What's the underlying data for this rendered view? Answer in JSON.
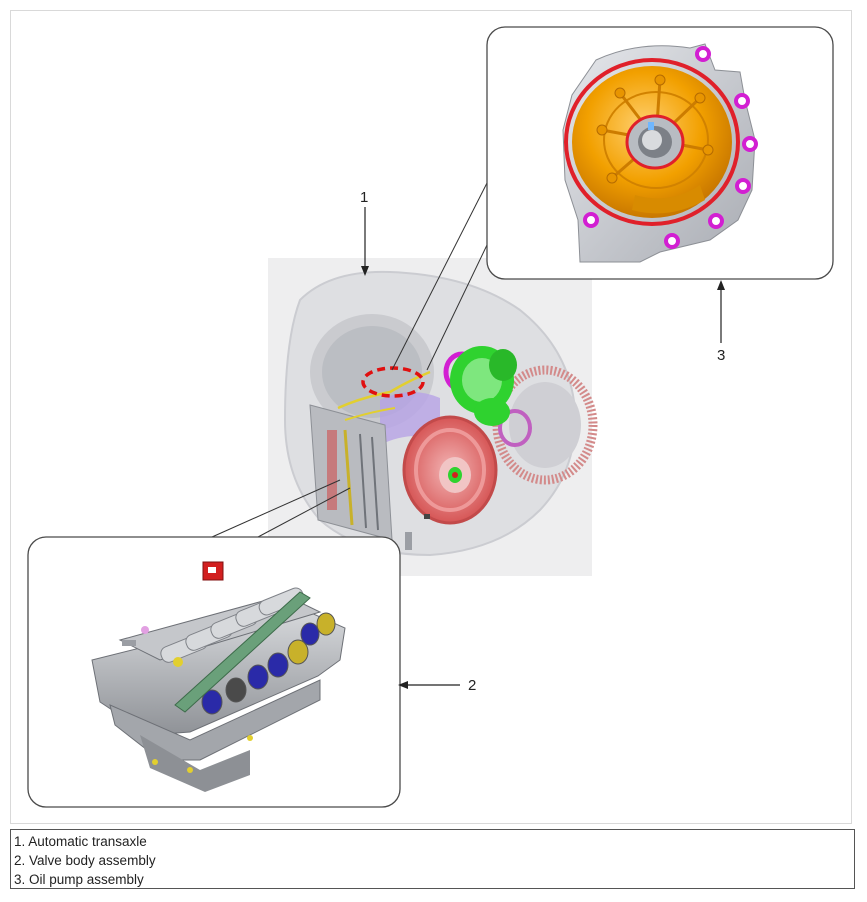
{
  "callouts": {
    "c1": "1",
    "c2": "2",
    "c3": "3"
  },
  "legend": [
    "1. Automatic transaxle",
    "2. Valve body assembly",
    "3. Oil pump assembly"
  ],
  "colors": {
    "pump_orange": "#f2a000",
    "pump_ring_red": "#e0202a",
    "bolt_magenta": "#d21fd2",
    "gear_green": "#2fd22f",
    "clutch_red": "#e06a6a",
    "solenoid_blue": "#2a2aa8",
    "solenoid_yellow": "#c8b12a",
    "housing_gray": "#c9cbd0"
  }
}
